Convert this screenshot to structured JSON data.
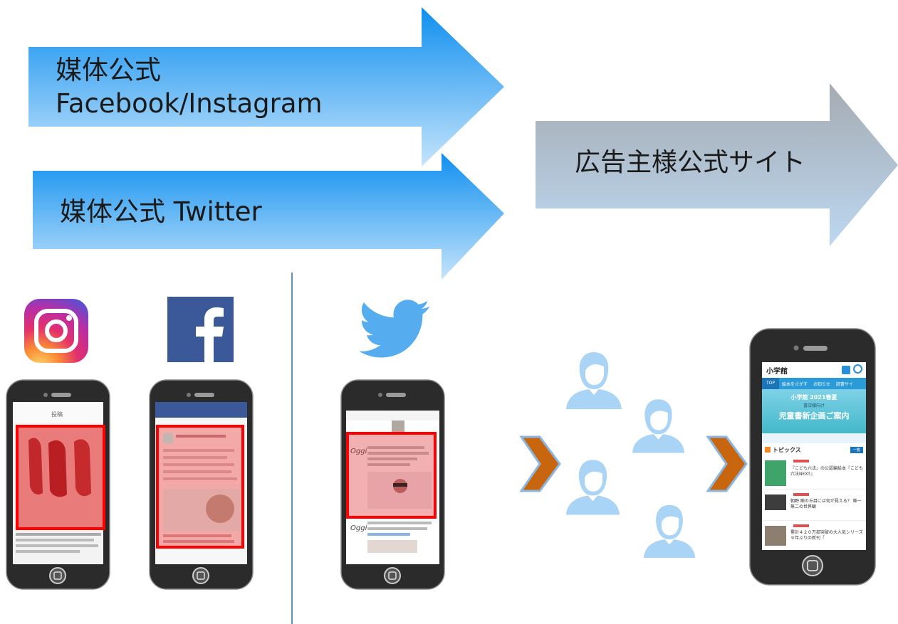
{
  "arrows": {
    "fb_ig": {
      "line1": "媒体公式",
      "line2": "Facebook/Instagram"
    },
    "twitter": {
      "label": "媒体公式 Twitter"
    },
    "advertiser": {
      "label": "広告主様公式サイト"
    }
  },
  "icons": {
    "instagram": "instagram-icon",
    "facebook": "facebook-icon",
    "twitter": "twitter-bird-icon",
    "person": "person-icon"
  },
  "site_phone": {
    "logo": "小学館",
    "nav": [
      "TOP",
      "絵本をさがす",
      "お知らせ",
      "読書サイ"
    ],
    "banner_line1": "小学館 2021春夏",
    "banner_line2": "書店様向け",
    "banner_line3": "児童書新企画ご案内",
    "topics_title": "トピックス",
    "topics_more": "一覧",
    "items": [
      "『こども六法』の公認編絵本『こども六法NEXT』",
      "朝野 陣の丘目には何が見える？ 唯一無二の世界観",
      "累計４２０万部突破の大人気シリーズ９年ぶりの新刊「"
    ]
  },
  "colors": {
    "blue_arrow": "#29a0ef",
    "gray_arrow": "#9fb0c3",
    "chevron": "#c65a12",
    "person": "#a9d4f5",
    "highlight": "#ff0000"
  }
}
